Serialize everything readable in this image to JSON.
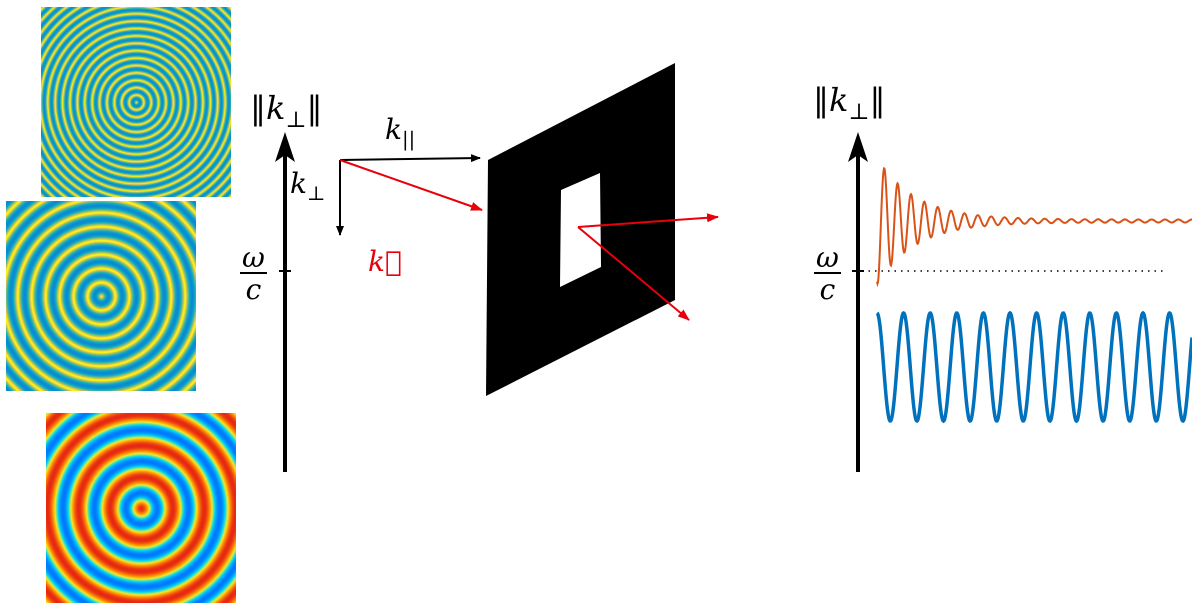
{
  "colors": {
    "axis": "#000000",
    "wavevector": "#e8000b",
    "decaying_curve": "#d95319",
    "oscillating_curve": "#0072bd",
    "screen": "#000000",
    "aperture": "#ffffff"
  },
  "patterns": {
    "colormap": "parula-like",
    "items": [
      {
        "name": "fine-rings",
        "frequency": 0.85
      },
      {
        "name": "medium-rings",
        "frequency": 0.45
      },
      {
        "name": "coarse-rings",
        "frequency": 0.2
      }
    ]
  },
  "left_axis": {
    "label_norm": "‖k",
    "label_sub": "⊥",
    "label_close": "‖",
    "tick_num": "ω",
    "tick_den": "c"
  },
  "vectors": {
    "k_parallel_base": "k",
    "k_parallel_sub": "||",
    "k_perp_base": "k",
    "k_perp_sub": "⊥",
    "k_vec": "k⃗"
  },
  "right_axis": {
    "label_norm": "‖k",
    "label_sub": "⊥",
    "label_close": "‖",
    "tick_num": "ω",
    "tick_den": "c"
  }
}
